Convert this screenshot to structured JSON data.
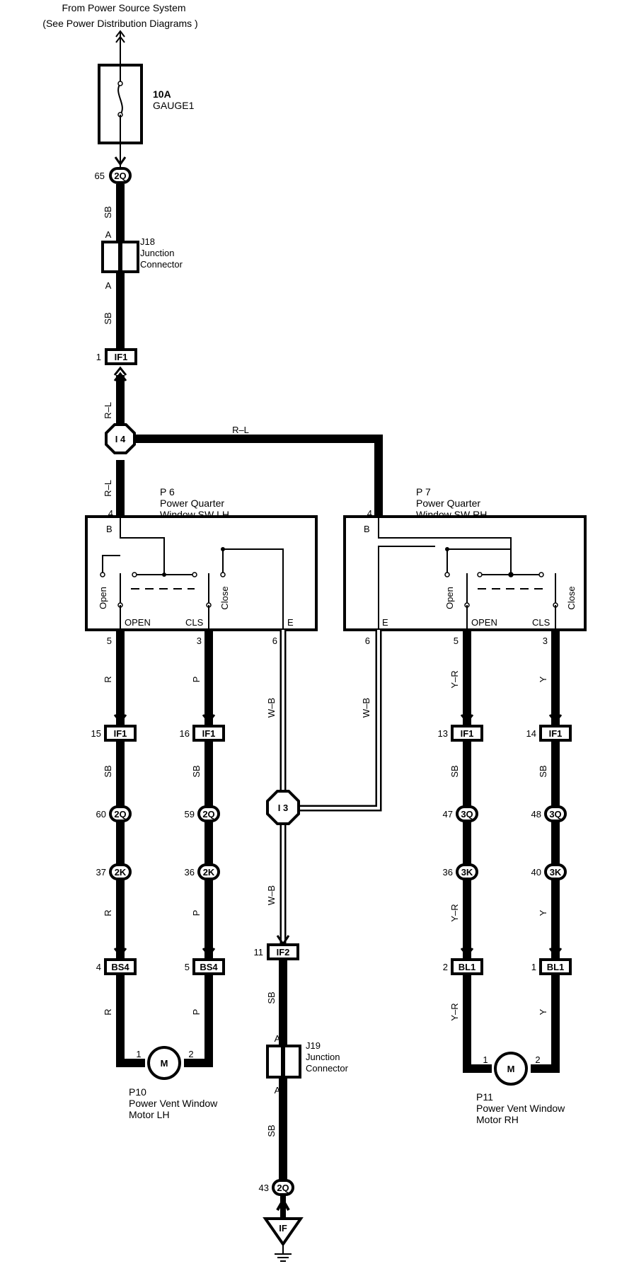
{
  "source": {
    "line1": "From Power Source System",
    "line2": "(See Power Distribution Diagrams )"
  },
  "fuse": {
    "rating": "10A",
    "name": "GAUGE1"
  },
  "colors": {
    "wire": "#000000",
    "background": "#ffffff"
  },
  "connectors": {
    "c_top_2q": {
      "id": "2Q",
      "pin": "65"
    },
    "c_top_if1": {
      "id": "IF1",
      "pin": "1"
    },
    "c_l_if1": {
      "id": "IF1",
      "pin": "15"
    },
    "c_l2_if1": {
      "id": "IF1",
      "pin": "16"
    },
    "c_r1_if1": {
      "id": "IF1",
      "pin": "13"
    },
    "c_r2_if1": {
      "id": "IF1",
      "pin": "14"
    },
    "c_l_2q": {
      "id": "2Q",
      "pin": "60"
    },
    "c_l2_2q": {
      "id": "2Q",
      "pin": "59"
    },
    "c_r1_3q": {
      "id": "3Q",
      "pin": "47"
    },
    "c_r2_3q": {
      "id": "3Q",
      "pin": "48"
    },
    "c_l_2k": {
      "id": "2K",
      "pin": "37"
    },
    "c_l2_2k": {
      "id": "2K",
      "pin": "36"
    },
    "c_r1_3k": {
      "id": "3K",
      "pin": "36"
    },
    "c_r2_3k": {
      "id": "3K",
      "pin": "40"
    },
    "c_l_bs4": {
      "id": "BS4",
      "pin": "4"
    },
    "c_l2_bs4": {
      "id": "BS4",
      "pin": "5"
    },
    "c_r1_bl1": {
      "id": "BL1",
      "pin": "2"
    },
    "c_r2_bl1": {
      "id": "BL1",
      "pin": "1"
    },
    "c_g_if2": {
      "id": "IF2",
      "pin": "11"
    },
    "c_g_2q": {
      "id": "2Q",
      "pin": "43"
    }
  },
  "junctions": {
    "j18": {
      "id": "J18",
      "line1": "Junction",
      "line2": "Connector",
      "pin_top": "A",
      "pin_bottom": "A"
    },
    "j19": {
      "id": "J19",
      "line1": "Junction",
      "line2": "Connector",
      "pin_top": "A",
      "pin_bottom": "A"
    },
    "i4": {
      "id": "I 4"
    },
    "i3": {
      "id": "I 3"
    },
    "ground": {
      "id": "IF"
    }
  },
  "switch_lh": {
    "code": "P 6",
    "line1": "Power Quarter",
    "line2": "Window SW LH",
    "pin_b": "4",
    "term_b": "B",
    "open_label": "Open",
    "close_label": "Close",
    "term_open": "OPEN",
    "term_cls": "CLS",
    "term_e": "E",
    "pin_open": "5",
    "pin_cls": "3",
    "pin_e": "6"
  },
  "switch_rh": {
    "code": "P 7",
    "line1": "Power Quarter",
    "line2": "Window SW RH",
    "pin_b": "4",
    "term_b": "B",
    "open_label": "Open",
    "close_label": "Close",
    "term_open": "OPEN",
    "term_cls": "CLS",
    "term_e": "E",
    "pin_open": "5",
    "pin_cls": "3",
    "pin_e": "6"
  },
  "motor_lh": {
    "code": "P10",
    "line1": "Power Vent Window",
    "line2": "Motor LH",
    "symbol": "M",
    "pin1": "1",
    "pin2": "2"
  },
  "motor_rh": {
    "code": "P11",
    "line1": "Power Vent Window",
    "line2": "Motor RH",
    "symbol": "M",
    "pin1": "1",
    "pin2": "2"
  },
  "wire_colors": {
    "sb": "SB",
    "rl": "R–L",
    "r": "R",
    "p": "P",
    "wb": "W–B",
    "yr": "Y–R",
    "y": "Y"
  }
}
